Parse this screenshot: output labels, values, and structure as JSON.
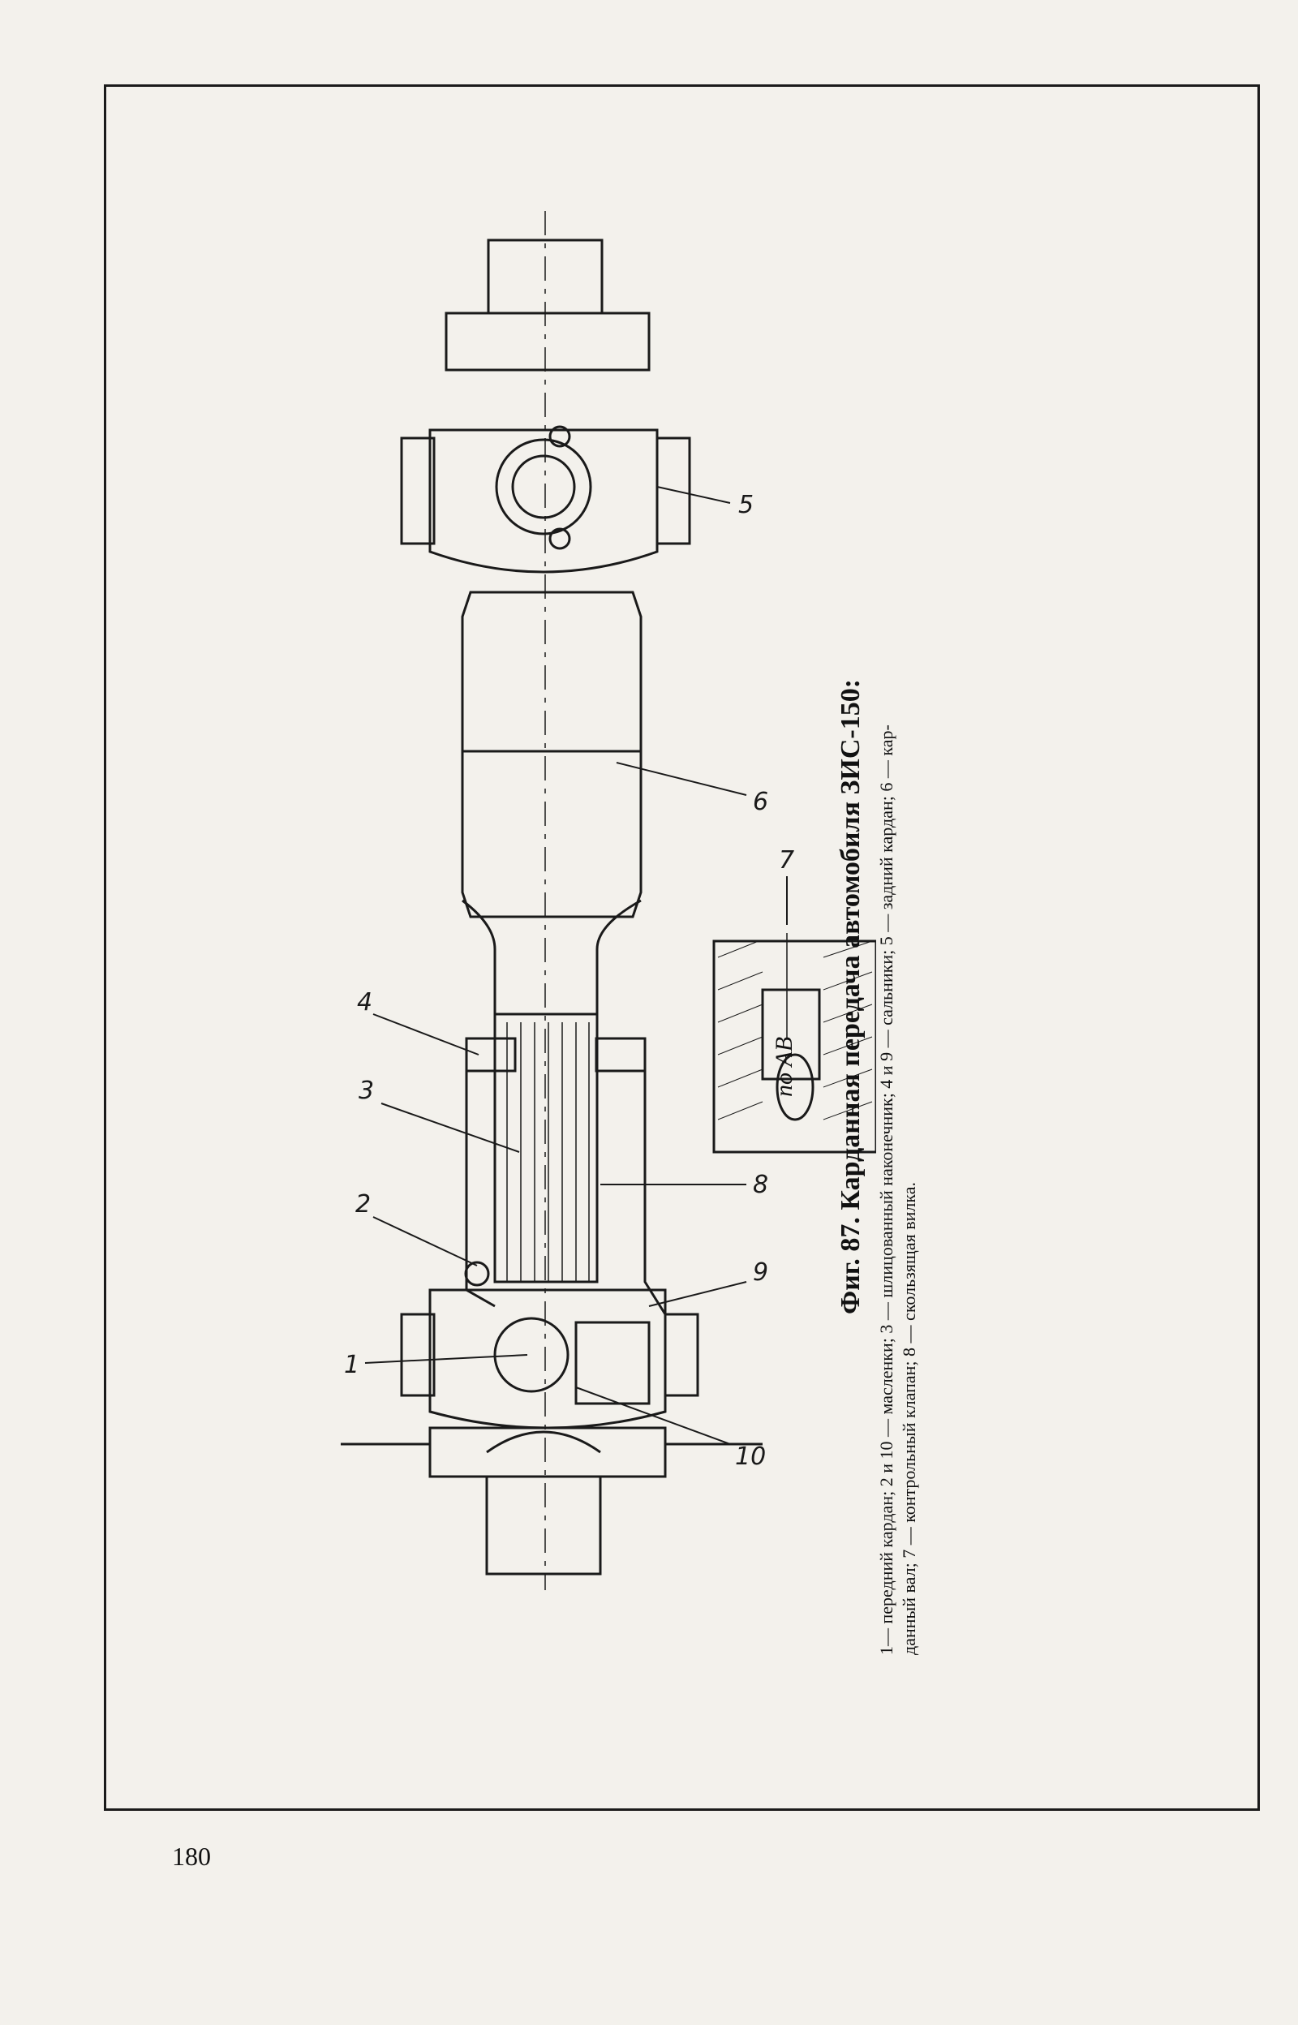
{
  "figure": {
    "title": "Фиг. 87. Карданная передача автомобиля ЗИС-150:",
    "legend_line1": "1— передний кардан; 2 и 10 — масленки; 3 — шлицованный наконечник; 4 и 9 — сальники; 5 — задний кардан; 6 — кар-",
    "legend_line2": "данный вал; 7 — контрольный клапан; 8 — скользящая вилка.",
    "section_label": "по АВ",
    "callouts": [
      "1",
      "2",
      "3",
      "4",
      "5",
      "6",
      "7",
      "8",
      "9",
      "10"
    ]
  },
  "page": {
    "number": "180"
  }
}
